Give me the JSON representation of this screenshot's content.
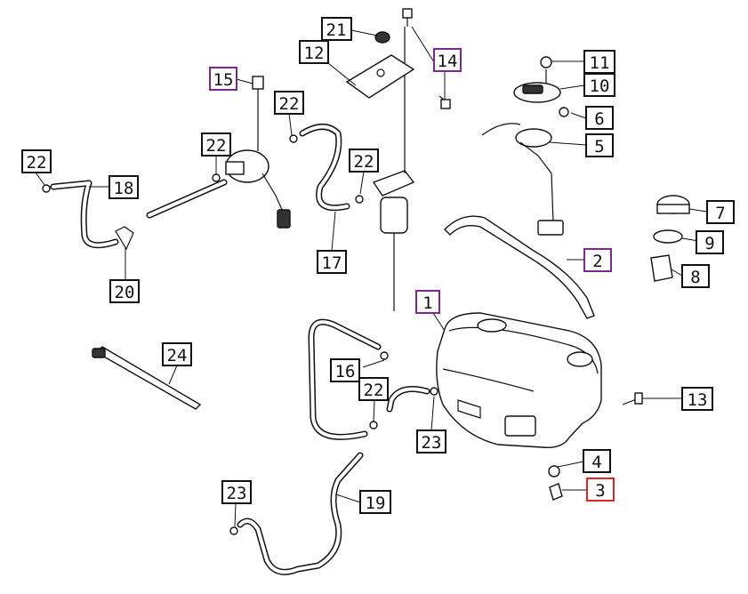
{
  "colors": {
    "ink": "#111111",
    "background": "#ffffff",
    "highlight_purple": "#7a2a8c",
    "highlight_red": "#d9262b"
  },
  "callouts": {
    "c1": {
      "label": "1",
      "highlight": "purple"
    },
    "c2": {
      "label": "2",
      "highlight": "purple"
    },
    "c3": {
      "label": "3",
      "highlight": "red"
    },
    "c4": {
      "label": "4"
    },
    "c5": {
      "label": "5"
    },
    "c6": {
      "label": "6"
    },
    "c7": {
      "label": "7"
    },
    "c8": {
      "label": "8"
    },
    "c9": {
      "label": "9"
    },
    "c10": {
      "label": "10"
    },
    "c11": {
      "label": "11"
    },
    "c12": {
      "label": "12"
    },
    "c13": {
      "label": "13"
    },
    "c14": {
      "label": "14",
      "highlight": "purple"
    },
    "c15": {
      "label": "15",
      "highlight": "purple"
    },
    "c16": {
      "label": "16"
    },
    "c17": {
      "label": "17"
    },
    "c18": {
      "label": "18"
    },
    "c19": {
      "label": "19"
    },
    "c20": {
      "label": "20"
    },
    "c21": {
      "label": "21"
    },
    "c22a": {
      "label": "22"
    },
    "c22b": {
      "label": "22"
    },
    "c22c": {
      "label": "22"
    },
    "c22d": {
      "label": "22"
    },
    "c22e": {
      "label": "22"
    },
    "c23a": {
      "label": "23"
    },
    "c23b": {
      "label": "23"
    },
    "c24": {
      "label": "24"
    }
  }
}
